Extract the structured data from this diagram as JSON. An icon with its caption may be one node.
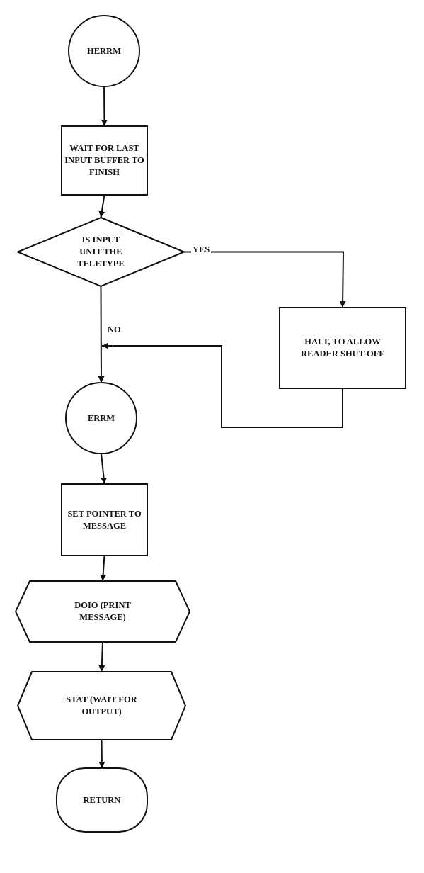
{
  "diagram": {
    "nodes": [
      {
        "text": [
          "HERRM"
        ]
      },
      {
        "text": [
          "WAIT FOR LAST INPUT BUFFER TO FINISH"
        ]
      },
      {
        "text": [
          "IS INPUT UNIT THE TELETYPE"
        ]
      },
      {
        "text": [
          "HALT, TO ALLOW READER SHUT-OFF"
        ]
      },
      {
        "text": [
          "ERRM"
        ]
      },
      {
        "text": [
          "SET POINTER TO MESSAGE"
        ]
      },
      {
        "text": [
          "DOIO (PRINT MESSAGE)"
        ]
      },
      {
        "text": [
          "STAT (WAIT FOR OUTPUT)"
        ]
      },
      {
        "text": [
          "RETURN"
        ]
      }
    ],
    "edges": [
      {
        "from": 0,
        "to": 1,
        "arrow": "to"
      },
      {
        "from": 1,
        "to": 2,
        "arrow": "to"
      },
      {
        "from": 2,
        "to": 3,
        "label": "YES",
        "arrow": "to"
      },
      {
        "from": 2,
        "to": 4,
        "label": "NO",
        "arrow": "to"
      },
      {
        "from": 3,
        "to": 4,
        "arrow": "to"
      },
      {
        "from": 4,
        "to": 5,
        "arrow": "to"
      },
      {
        "from": 5,
        "to": 6,
        "arrow": "to"
      },
      {
        "from": 6,
        "to": 7,
        "arrow": "to"
      },
      {
        "from": 7,
        "to": 8,
        "arrow": "to"
      }
    ]
  }
}
